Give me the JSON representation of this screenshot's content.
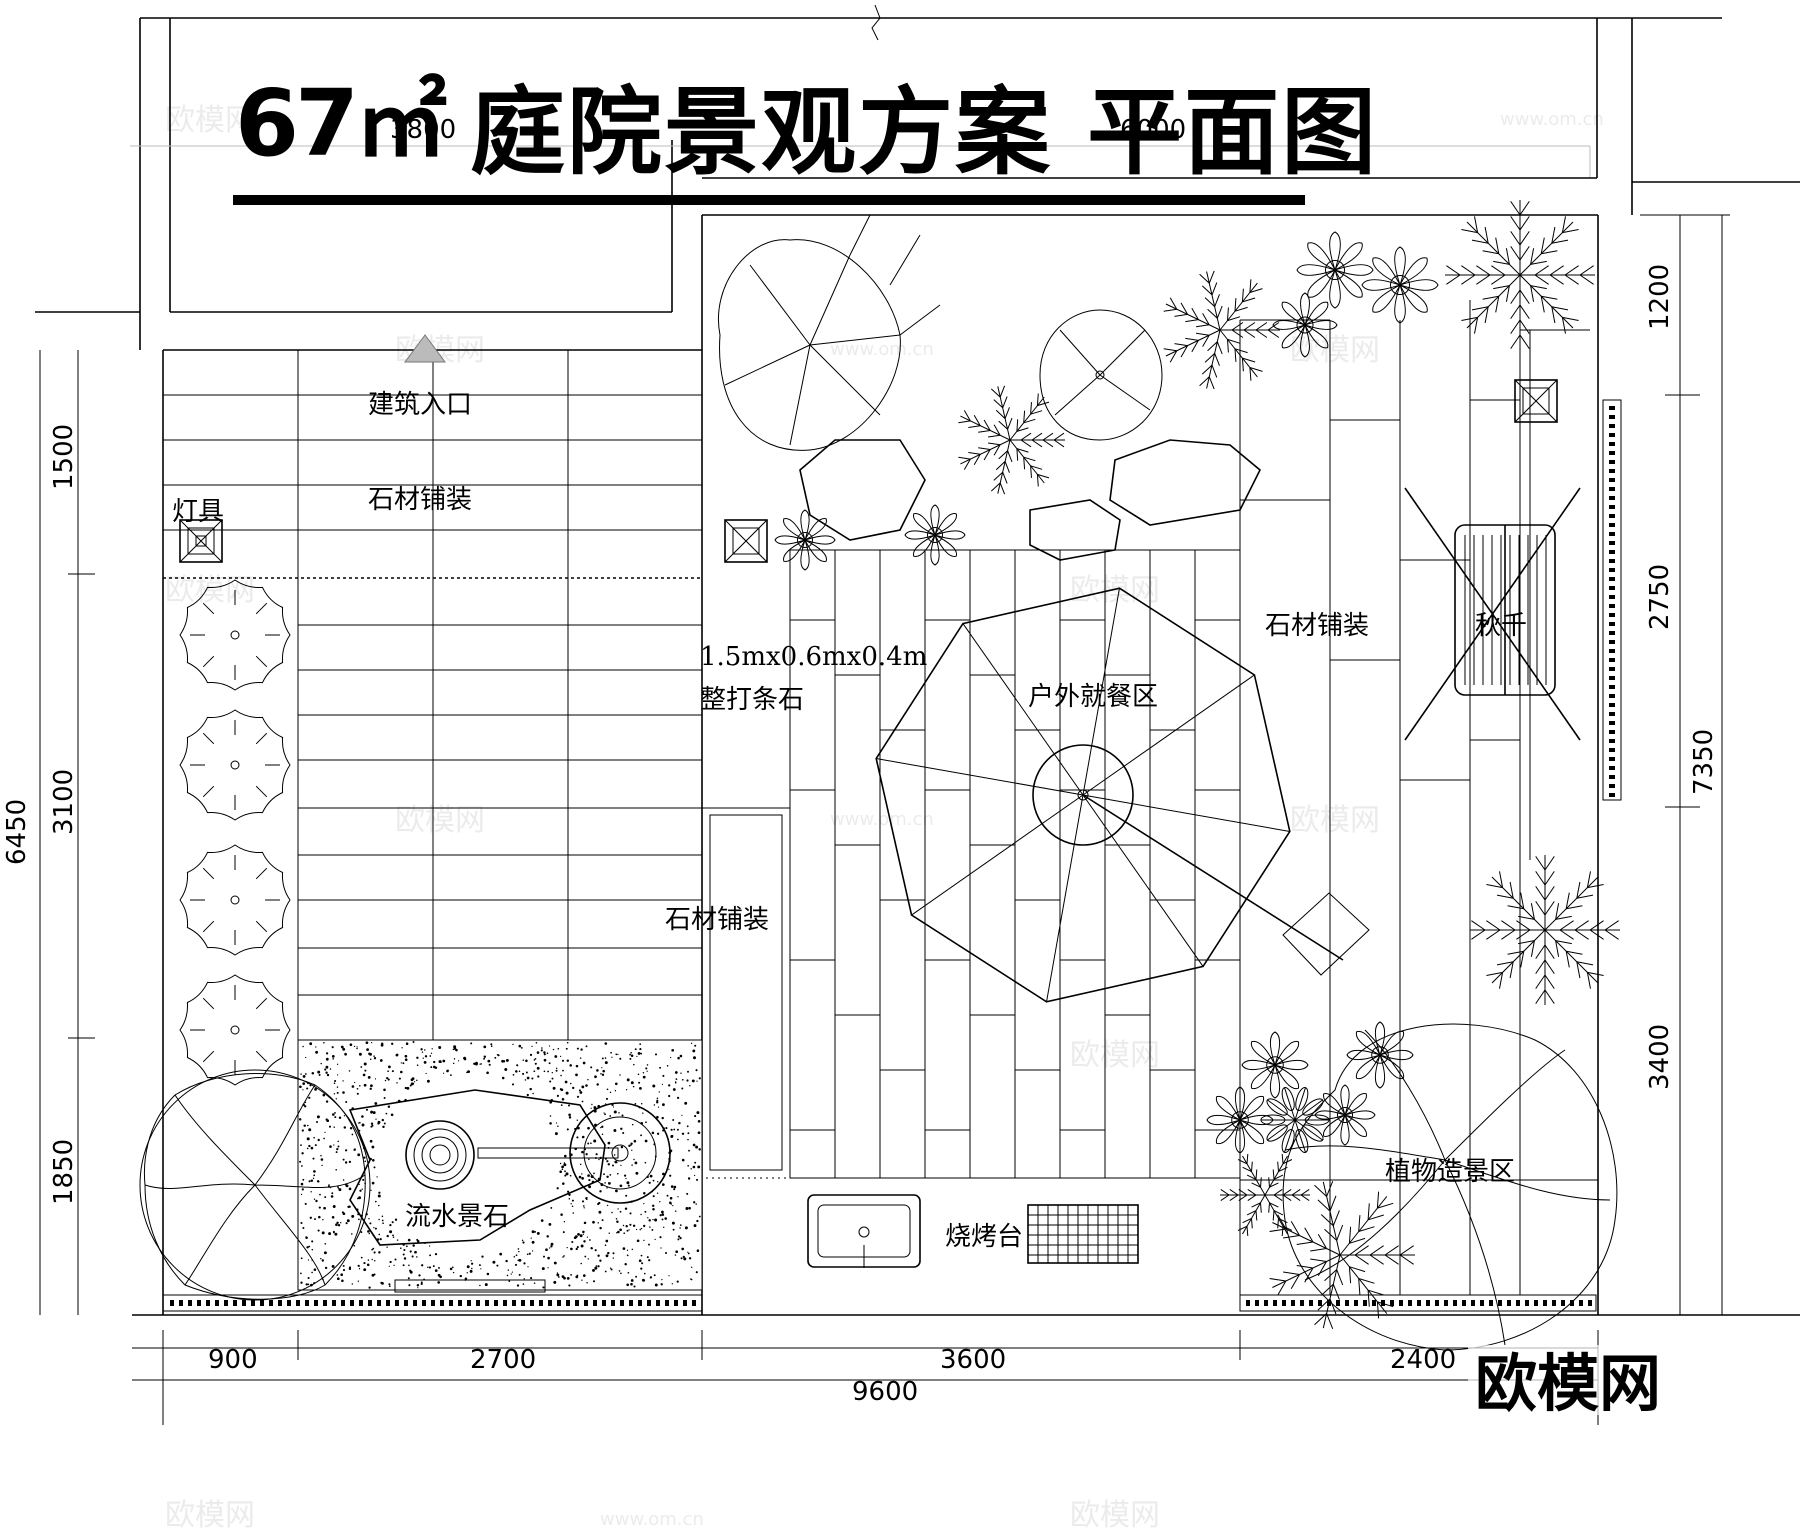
{
  "title": {
    "area": "67㎡",
    "text": "庭院景观方案 平面图"
  },
  "labels": {
    "entrance": "建筑入口",
    "lamp": "灯具",
    "stone_top": "石材铺装",
    "strip_stone_size": "1.5mx0.6mx0.4m",
    "strip_stone": "整打条石",
    "stone_middle": "石材铺装",
    "dining": "户外就餐区",
    "stone_right": "石材铺装",
    "swing": "秋千",
    "water_rock": "流水景石",
    "bbq": "烧烤台",
    "planting": "植物造景区"
  },
  "dimensions": {
    "bottom": [
      "900",
      "2700",
      "3600",
      "2400"
    ],
    "bottom_total": "9600",
    "left": [
      "1500",
      "3100",
      "1850"
    ],
    "left_total": "6450",
    "right": [
      "1200",
      "2750",
      "3400"
    ],
    "right_total": "7350",
    "top_ghost": [
      "3800",
      "6000"
    ]
  },
  "watermark": {
    "brand": "欧模网",
    "url": "www.om.cn"
  }
}
